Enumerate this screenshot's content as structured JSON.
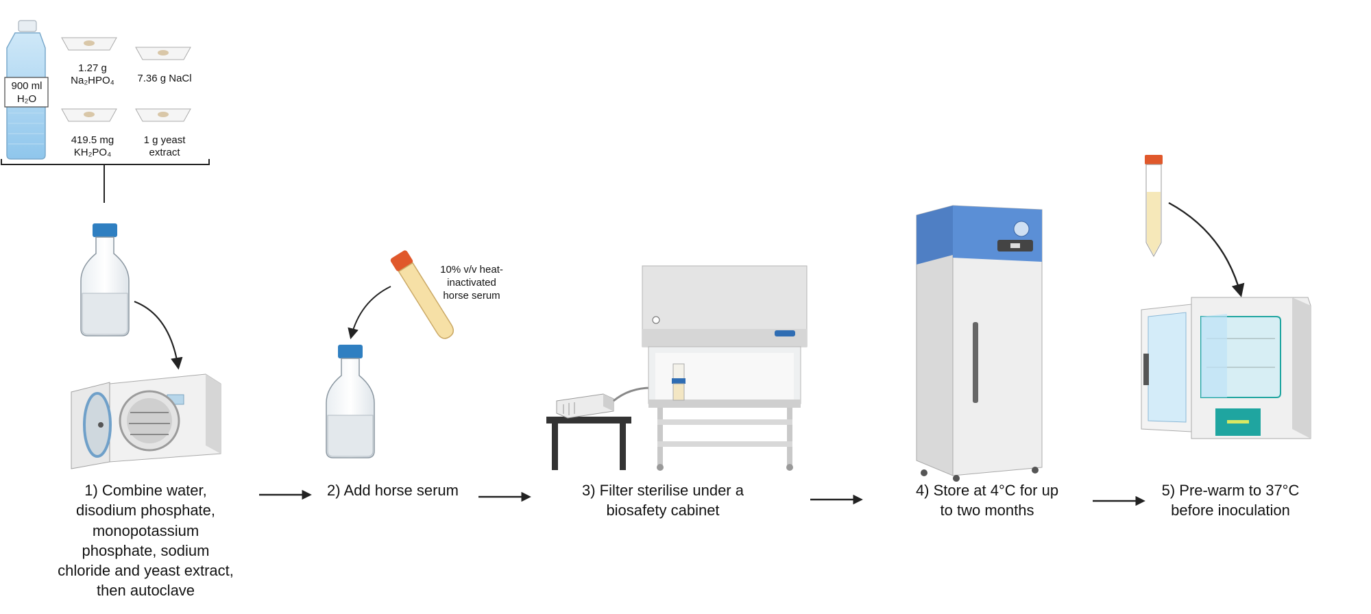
{
  "ingredients": {
    "water": {
      "amount": "900 ml",
      "formula": "H₂O"
    },
    "items": [
      {
        "amount": "1.27 g",
        "name": "Na₂HPO₄"
      },
      {
        "amount": "7.36 g NaCl",
        "name": ""
      },
      {
        "amount": "419.5 mg",
        "name": "KH₂PO₄"
      },
      {
        "amount": "1 g yeast",
        "name": "extract"
      }
    ]
  },
  "serum_note": [
    "10% v/v heat-",
    "inactivated",
    "horse serum"
  ],
  "steps": [
    {
      "lines": [
        "1) Combine water,",
        "disodium phosphate,",
        "monopotassium",
        "phosphate, sodium",
        "chloride and yeast extract,",
        "then autoclave"
      ]
    },
    {
      "lines": [
        "2) Add horse serum"
      ]
    },
    {
      "lines": [
        "3) Filter sterilise under a",
        "biosafety cabinet"
      ]
    },
    {
      "lines": [
        "4) Store at 4°C for up",
        "to two months"
      ]
    },
    {
      "lines": [
        "5) Pre-warm to 37°C",
        "before inoculation"
      ]
    }
  ],
  "colors": {
    "bottle_cap": "#2f7fc1",
    "tube_cap": "#e0582b",
    "serum": "#f6e0a6",
    "freezer_top": "#5b8fd6",
    "incubator_tray": "#1fa5a0"
  }
}
